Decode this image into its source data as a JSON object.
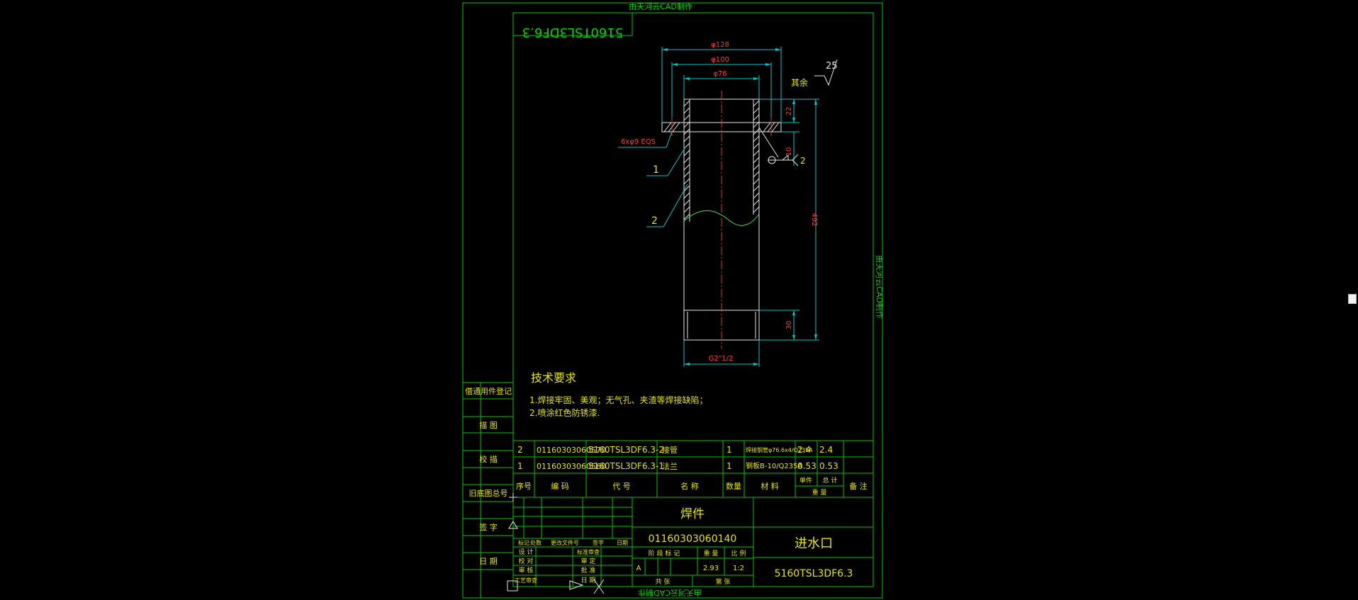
{
  "watermark": "由天河云CAD制作",
  "drawing_number_mirrored": "5160TSL3DF6.3",
  "dims": {
    "d128": "φ128",
    "d100": "φ100",
    "d76": "φ76",
    "holes": "6xφ9 EQS",
    "h22": "22",
    "h10": "10",
    "h492": "492",
    "h30": "30",
    "thread": "G2\"1/2"
  },
  "surface": {
    "roughness": "25",
    "remark": "其余"
  },
  "balloons": {
    "b1": "1",
    "b2": "2",
    "weld": "2"
  },
  "tech": {
    "title": "技术要求",
    "lines": [
      "1.焊接牢固、美观；无气孔、夹渣等焊接缺陷；",
      "2.喷涂红色防锈漆."
    ]
  },
  "side_labels": [
    "借通用件登记",
    "描 图",
    "校 描",
    "旧底图总号",
    "签 字",
    "日 期"
  ],
  "bom": {
    "rows": [
      {
        "no": "2",
        "code": "01160303060570",
        "drawing": "5160TSL3DF6.3-2",
        "name": "接管",
        "qty": "1",
        "material": "焊接钢管φ76.6x4/Q235A",
        "unit": "2.4",
        "total": "2.4",
        "note": ""
      },
      {
        "no": "1",
        "code": "01160303060560",
        "drawing": "5160TSL3DF6.3-1",
        "name": "法兰",
        "qty": "1",
        "material": "钢板B-10/Q235A",
        "unit": "0.53",
        "total": "0.53",
        "note": ""
      }
    ],
    "headers": {
      "no": "序号",
      "code": "编 码",
      "drawing": "代 号",
      "name": "名 称",
      "qty": "数量",
      "material": "材 料",
      "unit": "单件",
      "total": "总 计",
      "weight": "重 量",
      "note": "备 注"
    }
  },
  "title_block": {
    "assembly": "焊件",
    "code": "01160303060140",
    "part_name": "进水口",
    "drawing_no": "5160TSL3DF6.3",
    "header_labels": {
      "mark": "标记",
      "count": "处数",
      "doc": "更改文件号",
      "sign": "签字",
      "date": "日期"
    },
    "role_labels_left": [
      "设 计",
      "校 对",
      "审 核",
      "工艺审查"
    ],
    "role_labels_right": [
      "标准审查",
      "审 定",
      "批 准",
      "日 期"
    ],
    "stage_label": "阶 段 标 记",
    "weight_label": "重 量",
    "scale_label": "比 例",
    "stage": "A",
    "weight": "2.93",
    "scale": "1:2",
    "sheets_total_label": "共 张",
    "sheet_label": "第 张"
  }
}
